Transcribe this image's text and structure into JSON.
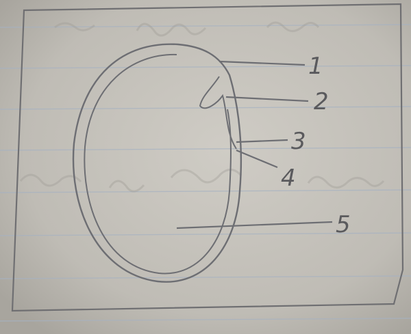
{
  "diagram": {
    "labels": [
      {
        "id": "1",
        "text": "1"
      },
      {
        "id": "2",
        "text": "2"
      },
      {
        "id": "3",
        "text": "3"
      },
      {
        "id": "4",
        "text": "4"
      },
      {
        "id": "5",
        "text": "5"
      }
    ]
  },
  "colors": {
    "paper": "#c4c1ba",
    "pencil": "#6d6e73",
    "ruled_line": "#a6b2c2"
  }
}
